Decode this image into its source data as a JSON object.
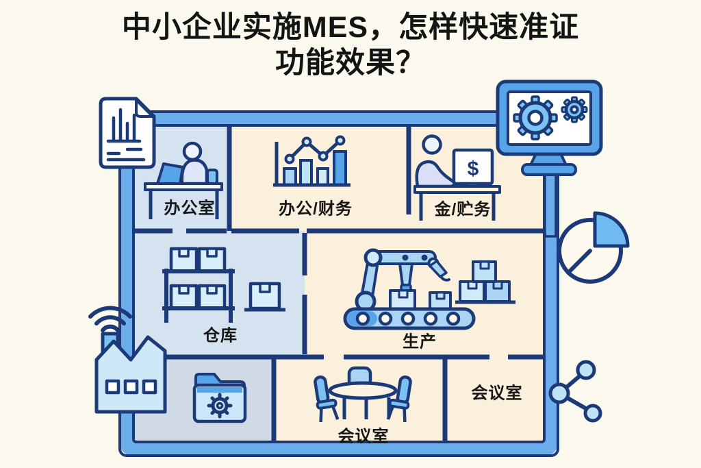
{
  "title": {
    "line1": "中小企业实施MES，怎样快速准证",
    "line2": "功能效果？"
  },
  "floorplan": {
    "rooms": [
      {
        "id": "office",
        "label": "办公室",
        "icon": "person-desk-icon"
      },
      {
        "id": "office-finance",
        "label": "办公/财务",
        "icon": "bar-line-chart-icon"
      },
      {
        "id": "finance",
        "label": "金/贮务",
        "icon": "person-computer-dollar-icon"
      },
      {
        "id": "warehouse",
        "label": "仓库",
        "icon": "warehouse-shelf-icon"
      },
      {
        "id": "production",
        "label": "生产",
        "icon": "robot-arm-conveyor-icon"
      },
      {
        "id": "meeting-main",
        "label": "会议室",
        "icon": "meeting-table-icon"
      },
      {
        "id": "meeting-side",
        "label": "会议室",
        "icon": ""
      },
      {
        "id": "archive",
        "label": "",
        "icon": "folder-gear-icon"
      }
    ]
  },
  "icons": {
    "dollar_symbol": "$"
  },
  "decorations": [
    "document-chart-icon",
    "monitor-gears-icon",
    "pie-chart-icon",
    "factory-wifi-icon",
    "share-network-icon"
  ],
  "colors": {
    "background": "#fbf8ee",
    "outline_navy": "#1b3a77",
    "wall_fill": "#6caeec",
    "room_blue": "#d5e2ef",
    "room_cream": "#faf0dc",
    "room_gray_blue": "#cfdae6",
    "icon_light_blue": "#a9d4f3",
    "icon_pale_blue": "#d2eafb",
    "icon_medium_blue": "#58a4e9",
    "person_fill": "#dfe7fa",
    "title_text": "#141414"
  }
}
